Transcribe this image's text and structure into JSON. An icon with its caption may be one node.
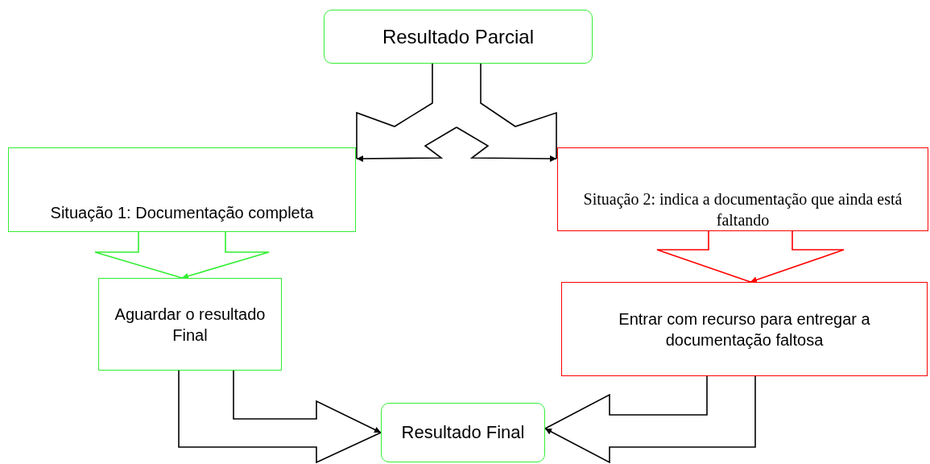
{
  "diagram": {
    "nodes": [
      {
        "text": [
          "Resultado Parcial"
        ]
      },
      {
        "text": [
          "Situação 1:  Documentação completa"
        ]
      },
      {
        "text": [
          "Situação 2:  indica  a  documentação que ainda está faltando"
        ]
      },
      {
        "text": [
          "Aguardar o resultado Final"
        ]
      },
      {
        "text": [
          "Entrar com recurso para entregar a documentação  faltosa"
        ]
      },
      {
        "text": [
          "Resultado Final"
        ]
      }
    ],
    "edges": [
      {
        "from": 0,
        "to": 1,
        "arrow": "to"
      },
      {
        "from": 0,
        "to": 2,
        "arrow": "to"
      },
      {
        "from": 1,
        "to": 3,
        "arrow": "to",
        "color": "#33ee33"
      },
      {
        "from": 2,
        "to": 4,
        "arrow": "to",
        "color": "#ff0000"
      },
      {
        "from": 3,
        "to": 5,
        "arrow": "to"
      },
      {
        "from": 4,
        "to": 5,
        "arrow": "to"
      }
    ]
  }
}
